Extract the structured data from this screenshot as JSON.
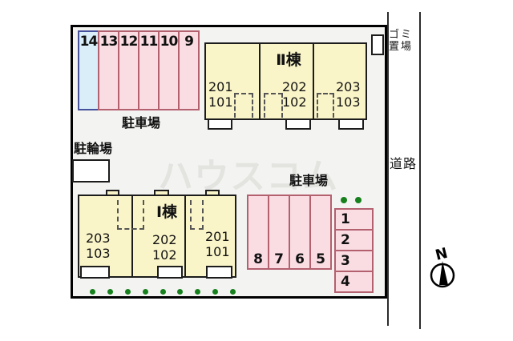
{
  "watermark": "ハウスコム",
  "road": {
    "label": "道路"
  },
  "garbage": {
    "label_line1": "ゴミ",
    "label_line2": "置場"
  },
  "bicycle": {
    "label": "駐輪場"
  },
  "parking_top": {
    "label": "駐車場",
    "spaces": [
      "14",
      "13",
      "12",
      "11",
      "10",
      "9"
    ]
  },
  "parking_mid": {
    "label": "駐車場",
    "spaces": [
      "8",
      "7",
      "6",
      "5"
    ]
  },
  "parking_right": {
    "spaces": [
      "1",
      "2",
      "3",
      "4"
    ]
  },
  "building_2": {
    "title": "Ⅱ棟",
    "units": [
      {
        "upper": "201",
        "lower": "101"
      },
      {
        "upper": "202",
        "lower": "102"
      },
      {
        "upper": "203",
        "lower": "103"
      }
    ]
  },
  "building_1": {
    "title": "Ⅰ棟",
    "units": [
      {
        "upper": "203",
        "lower": "103"
      },
      {
        "upper": "202",
        "lower": "102"
      },
      {
        "upper": "201",
        "lower": "101"
      }
    ]
  },
  "compass": {
    "label": "N"
  },
  "colors": {
    "pink-fill": "#fadde3",
    "pink-border": "#b3606f",
    "blue-fill": "#d9eef9",
    "blue-border": "#46519b",
    "building-fill": "#faf5c8",
    "dot-green": "#15801c",
    "site-bg": "#f3f3f1",
    "watermark-gray": "#cfcfcb"
  }
}
